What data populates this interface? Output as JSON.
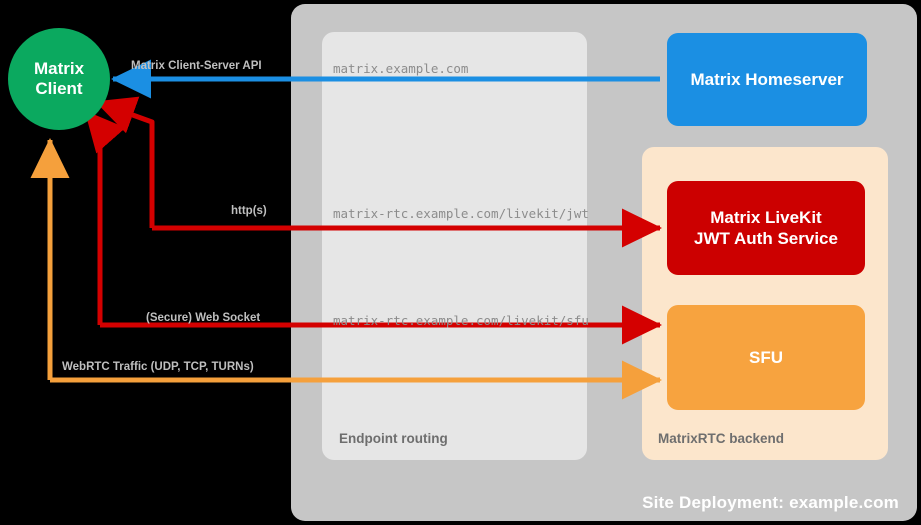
{
  "diagram": {
    "title": "Site Deployment: example.com",
    "client": {
      "line1": "Matrix",
      "line2": "Client"
    },
    "panels": {
      "endpoint_routing": "Endpoint routing",
      "matrixrtc_backend": "MatrixRTC backend"
    },
    "nodes": {
      "homeserver": "Matrix Homeserver",
      "jwt_line1": "Matrix LiveKit",
      "jwt_line2": "JWT Auth Service",
      "sfu": "SFU"
    },
    "edges": [
      {
        "id": "client-server-api",
        "protocol_label": "Matrix Client-Server API",
        "endpoint": "matrix.example.com",
        "color": "#1B8FE3",
        "target": "Matrix Homeserver",
        "direction": "bidirectional"
      },
      {
        "id": "jwt-auth",
        "protocol_label": "http(s)",
        "endpoint": "matrix-rtc.example.com/livekit/jwt",
        "color": "#D40000",
        "target": "Matrix LiveKit JWT Auth Service",
        "direction": "bidirectional"
      },
      {
        "id": "sfu-websocket",
        "protocol_label": "(Secure) Web Socket",
        "endpoint": "matrix-rtc.example.com/livekit/sfu",
        "color": "#D40000",
        "target": "SFU",
        "direction": "bidirectional"
      },
      {
        "id": "webrtc-media",
        "protocol_label": "WebRTC Traffic (UDP, TCP, TURNs)",
        "endpoint": "",
        "color": "#F5A03C",
        "target": "SFU",
        "direction": "bidirectional"
      }
    ],
    "colors": {
      "background": "#000000",
      "site_panel": "#C6C6C6",
      "endpoint_panel": "#E6E6E6",
      "backend_panel": "#FCE6CC",
      "client_green": "#0BA95F",
      "homeserver_blue": "#1B8FE3",
      "jwt_red": "#CC0000",
      "sfu_orange": "#F7A33F",
      "label_grey": "#BFBFBF",
      "endpoint_text_grey": "#8C8C8C"
    }
  }
}
